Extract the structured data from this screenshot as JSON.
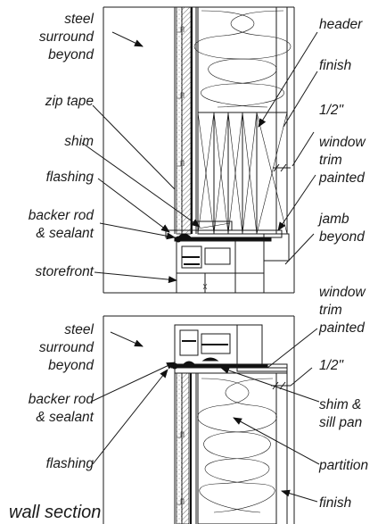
{
  "title": "wall section",
  "labels": {
    "steel_surround_top": [
      "steel",
      "surround",
      "beyond"
    ],
    "zip_tape": "zip tape",
    "shim_top": "shim",
    "flashing_top": "flashing",
    "backer_rod_top": [
      "backer rod",
      "& sealant"
    ],
    "storefront": "storefront",
    "header": "header",
    "finish_top": "finish",
    "half_inch_top": "1/2\"",
    "window_trim_top": [
      "window",
      "trim",
      "painted"
    ],
    "jamb_beyond": [
      "jamb",
      "beyond"
    ],
    "steel_surround_bottom": [
      "steel",
      "surround",
      "beyond"
    ],
    "backer_rod_bottom": [
      "backer rod",
      "& sealant"
    ],
    "flashing_bottom": "flashing",
    "window_trim_bottom": [
      "window",
      "trim",
      "painted"
    ],
    "half_inch_bottom": "1/2\"",
    "shim_sill_pan": [
      "shim &",
      "sill pan"
    ],
    "partition": "partition",
    "finish_bottom": "finish"
  },
  "colors": {
    "line": "#1a1a1a",
    "background": "#ffffff"
  }
}
